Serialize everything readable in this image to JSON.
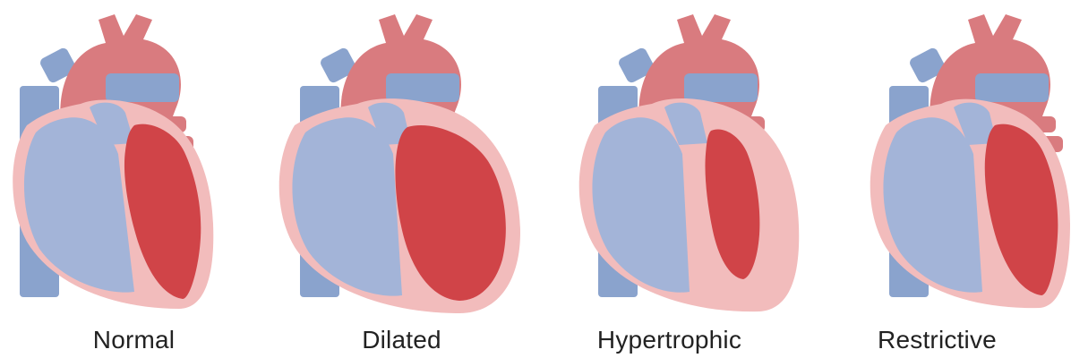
{
  "figure": {
    "panels": [
      {
        "key": "normal",
        "label": "Normal"
      },
      {
        "key": "dilated",
        "label": "Dilated"
      },
      {
        "key": "hypertrophic",
        "label": "Hypertrophic"
      },
      {
        "key": "restrictive",
        "label": "Restrictive"
      }
    ]
  },
  "colors": {
    "aorta": "#d97b7f",
    "vena_cava": "#8aa3cd",
    "myocardium_pink": "#f2bcbc",
    "right_chambers": "#a3b4d8",
    "left_ventricle_blood": "#d04448",
    "label_text": "#222222"
  }
}
